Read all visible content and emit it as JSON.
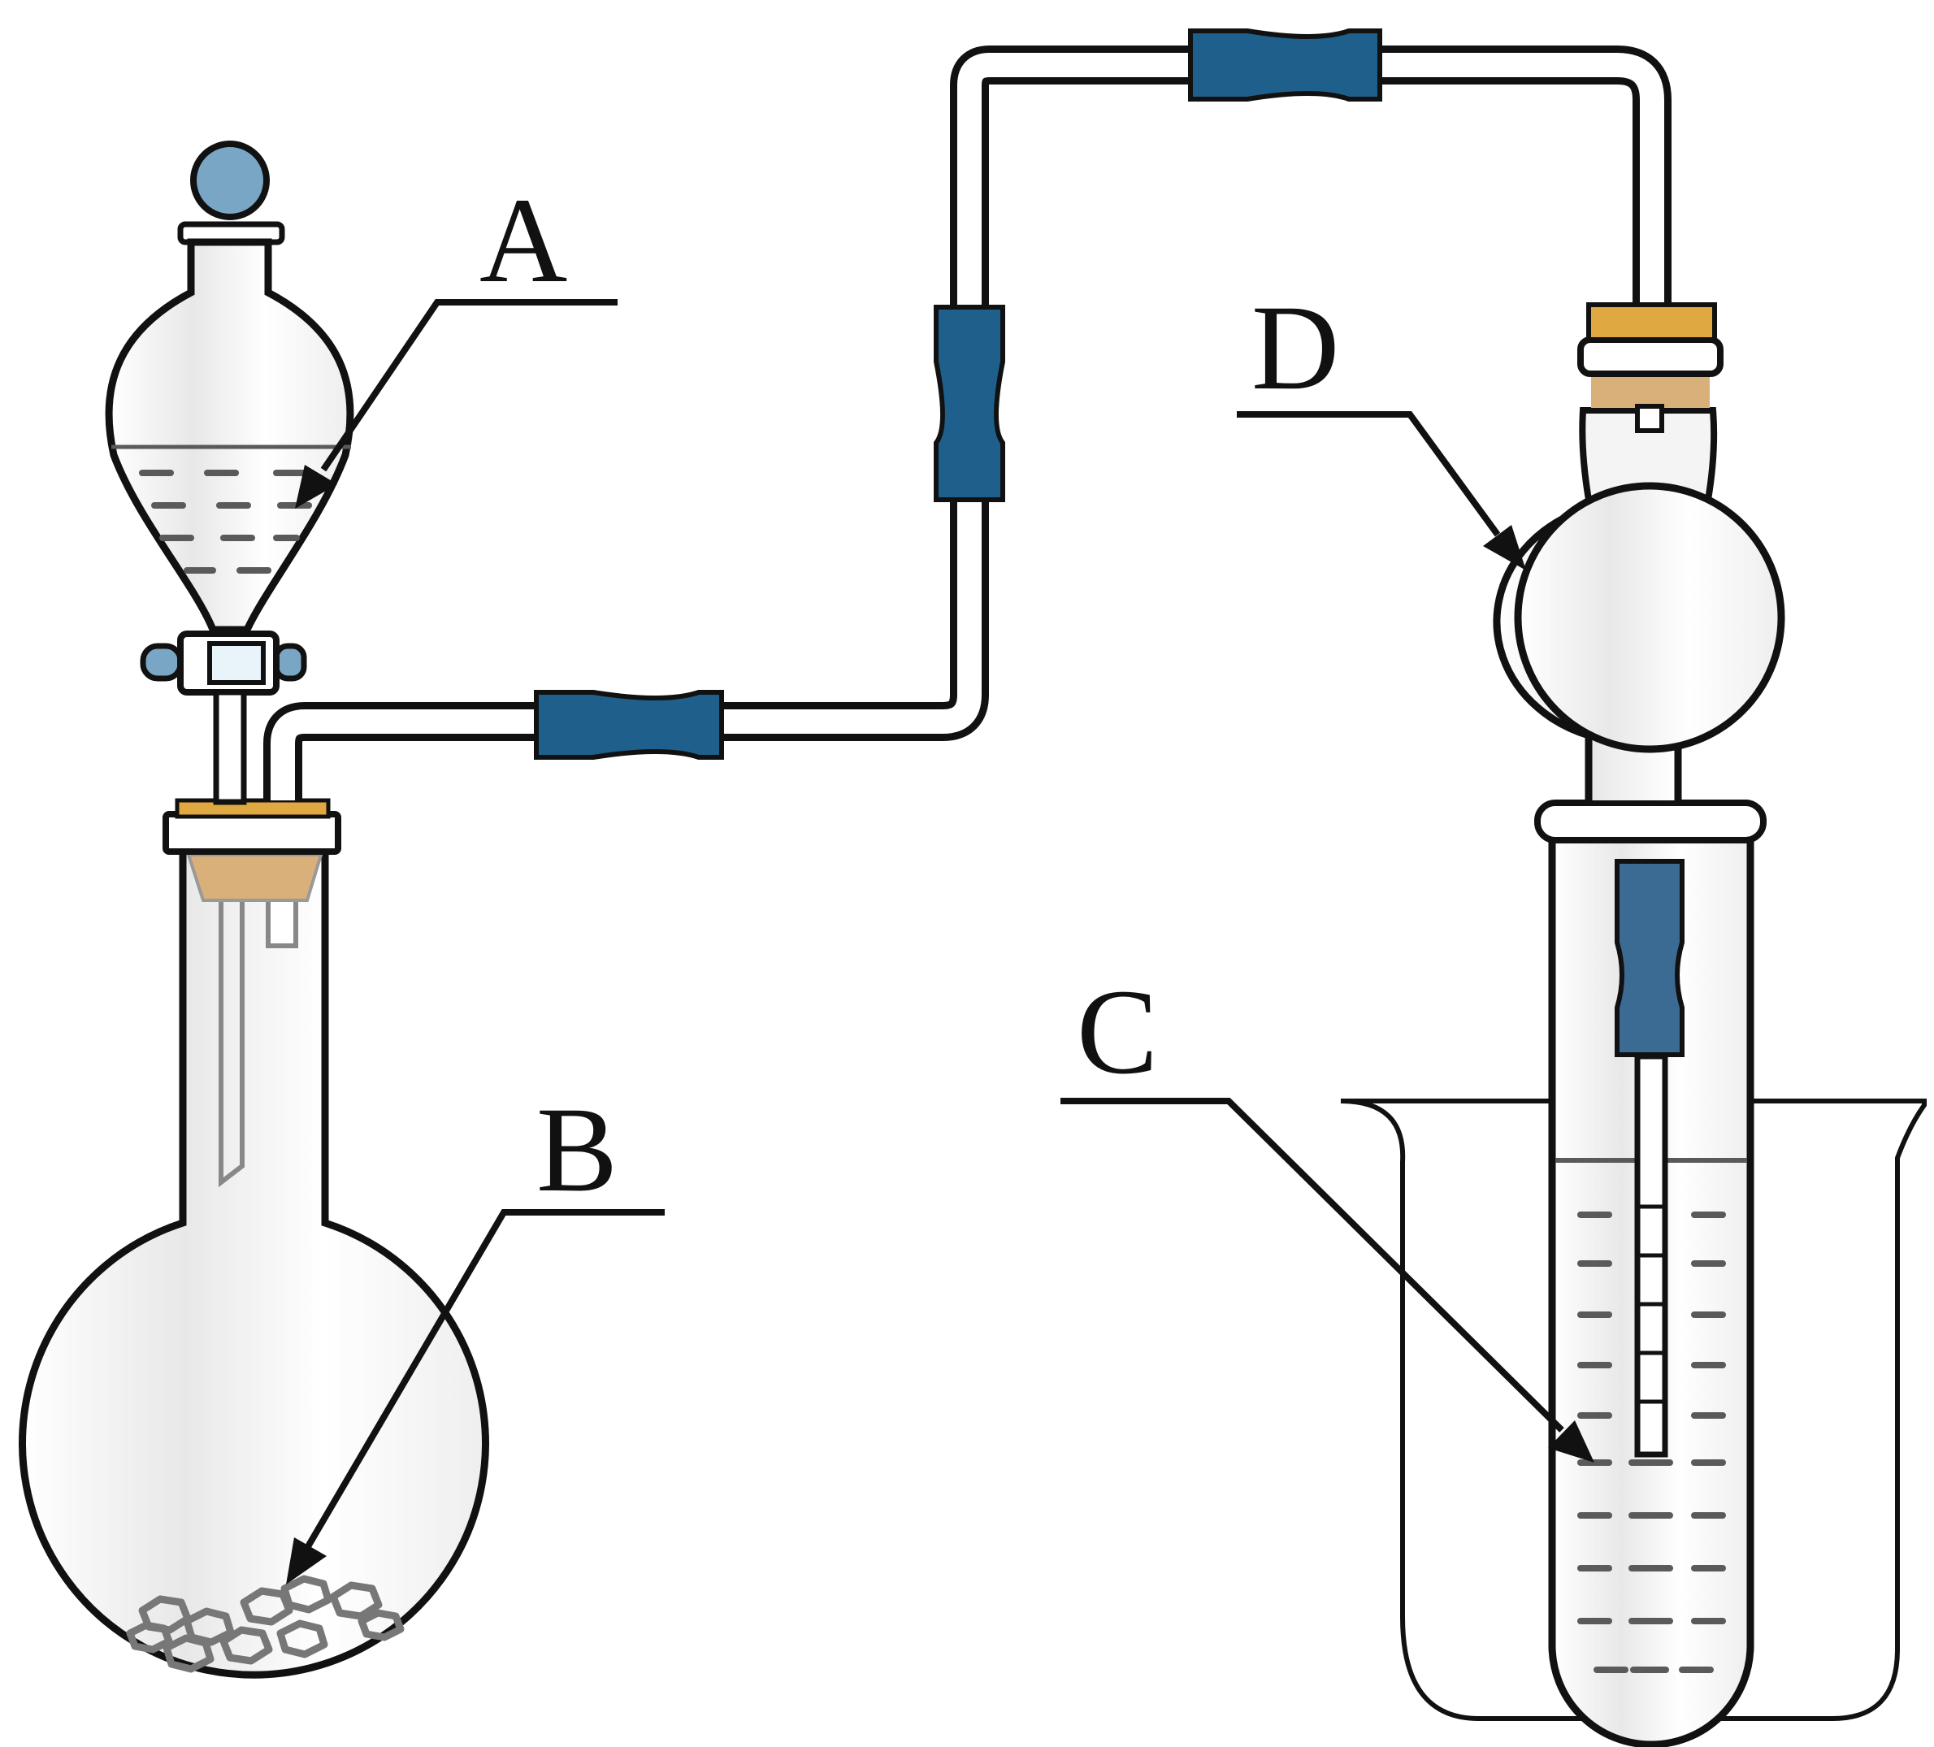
{
  "labels": {
    "a": "A",
    "b": "B",
    "c": "C",
    "d": "D"
  },
  "colors": {
    "outline": "#111111",
    "glass_shade": "#e6e6e6",
    "liquid_line": "#5a5a5a",
    "stopper_blue": "#1f5f8b",
    "cork_tan": "#d9b07a",
    "cork_orange": "#e0a840",
    "knob_blue": "#7aa6c6",
    "solid_gray": "#777777"
  },
  "icons": {
    "separatory_funnel": "funnel-icon",
    "round_flask": "flask-icon",
    "drying_bulb": "bulb-tube-icon",
    "test_tube": "test-tube-icon",
    "beaker": "beaker-icon"
  }
}
